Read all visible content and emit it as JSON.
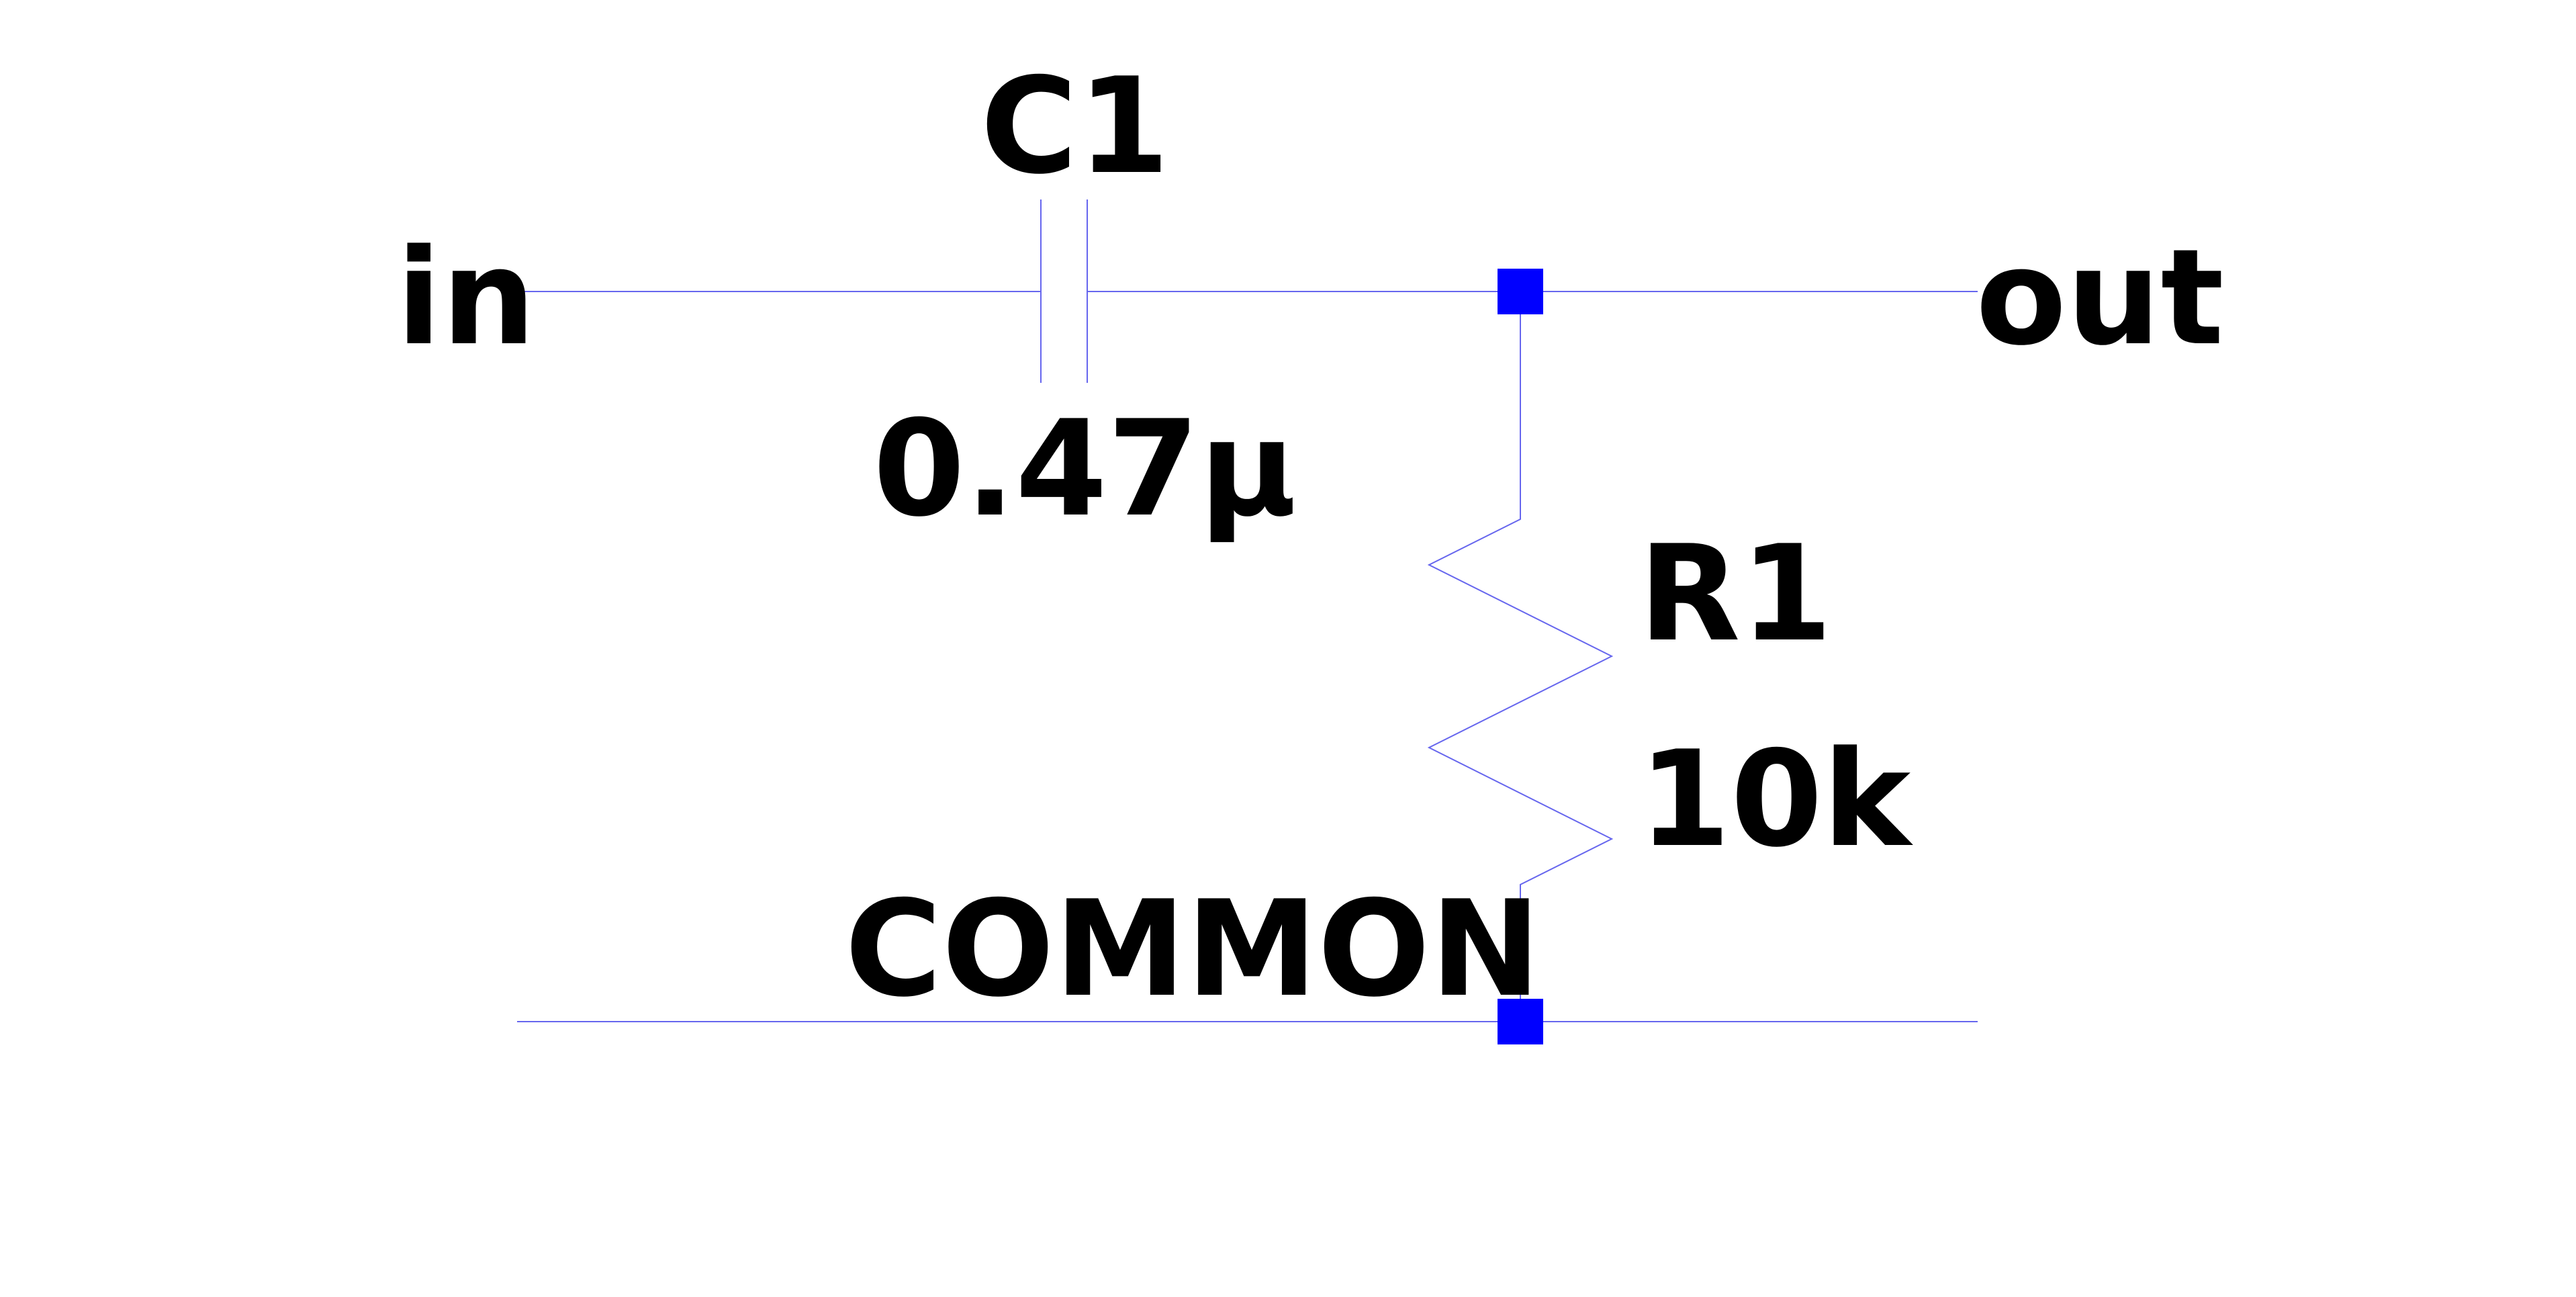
{
  "colors": {
    "wire": "#6666ee",
    "junction": "#0000ff",
    "text": "#000000",
    "background": "#ffffff"
  },
  "nets": {
    "input": "in",
    "output": "out",
    "ground": "COMMON"
  },
  "components": {
    "capacitor": {
      "ref": "C1",
      "value": "0.47µ"
    },
    "resistor": {
      "ref": "R1",
      "value": "10k"
    }
  }
}
